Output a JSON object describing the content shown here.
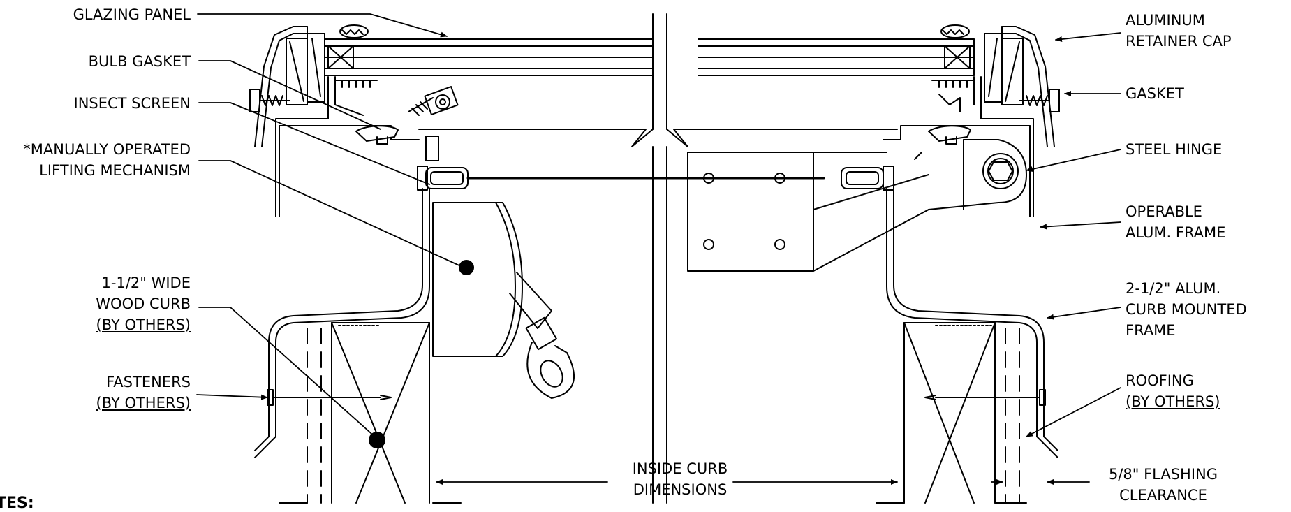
{
  "labels": {
    "glazing_panel": "GLAZING PANEL",
    "bulb_gasket": "BULB GASKET",
    "insect_screen": "INSECT SCREEN",
    "lifting_line1": "*MANUALLY OPERATED",
    "lifting_line2": "LIFTING MECHANISM",
    "wood_curb_line1": "1-1/2\" WIDE",
    "wood_curb_line2": "WOOD CURB",
    "wood_curb_line3": "(BY OTHERS)",
    "fasteners_line1": "FASTENERS",
    "fasteners_line2": "(BY OTHERS)",
    "retainer_line1": "ALUMINUM",
    "retainer_line2": "RETAINER CAP",
    "gasket": "GASKET",
    "steel_hinge": "STEEL HINGE",
    "operable_line1": "OPERABLE",
    "operable_line2": "ALUM. FRAME",
    "curb_frame_line1": "2-1/2\" ALUM.",
    "curb_frame_line2": "CURB MOUNTED",
    "curb_frame_line3": "FRAME",
    "roofing_line1": "ROOFING",
    "roofing_line2": "(BY OTHERS)",
    "inside_line1": "INSIDE CURB",
    "inside_line2": "DIMENSIONS",
    "flashing_line1": "5/8\" FLASHING",
    "flashing_line2": "CLEARANCE",
    "notes": "TES:"
  }
}
